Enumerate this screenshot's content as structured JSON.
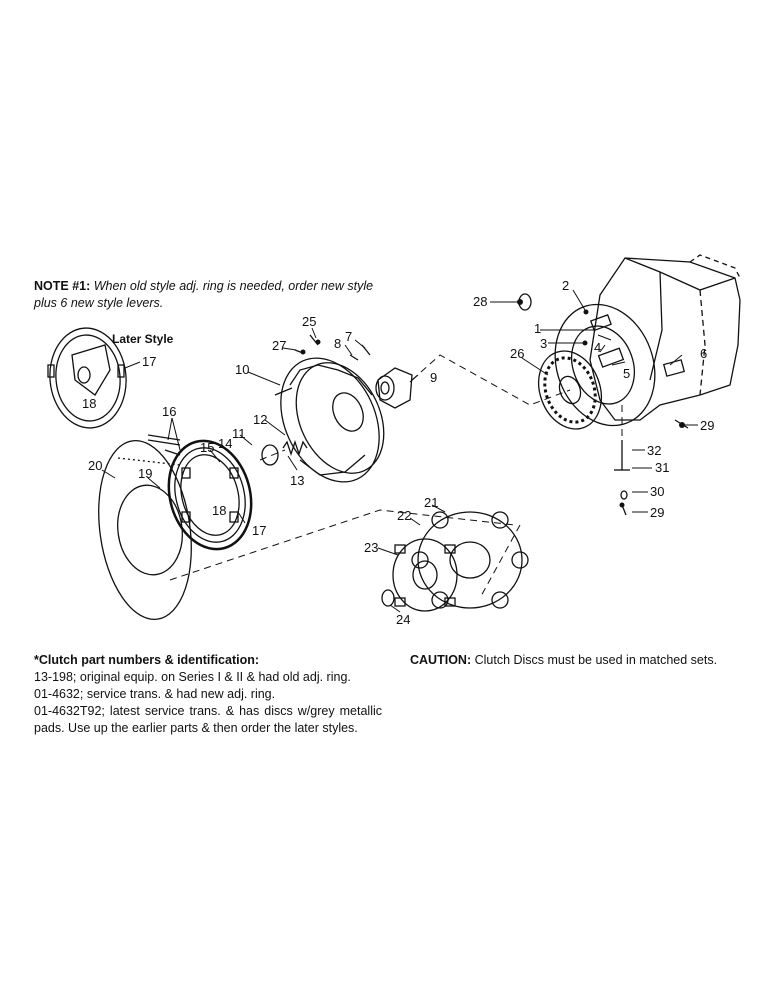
{
  "note": {
    "label": "NOTE #1:",
    "text": "When old style adj. ring is needed, order new style plus 6 new style levers."
  },
  "later_style": "Later Style",
  "callouts": [
    "1",
    "2",
    "3",
    "4",
    "5",
    "6",
    "7",
    "8",
    "9",
    "10",
    "11",
    "12",
    "13",
    "14",
    "15",
    "16",
    "17",
    "17",
    "18",
    "18",
    "19",
    "20",
    "21",
    "22",
    "23",
    "24",
    "25",
    "26",
    "27",
    "28",
    "29",
    "29",
    "30",
    "31",
    "32"
  ],
  "clutch_info": {
    "heading": "*Clutch part numbers & identification:",
    "lines": [
      "13-198; original equip. on Series I & II & had old adj. ring.",
      "01-4632; service trans. & had new adj. ring.",
      "01-4632T92; latest service trans. & has discs w/grey metallic pads. Use up the earlier parts & then order the later styles."
    ]
  },
  "caution": {
    "label": "CAUTION:",
    "text": "Clutch Discs must be used in matched sets."
  }
}
